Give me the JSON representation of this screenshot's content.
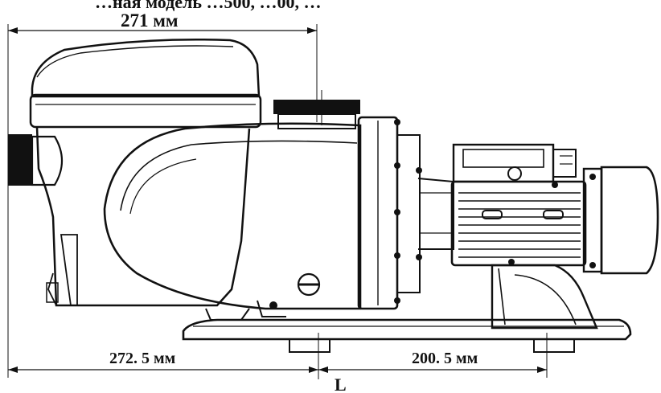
{
  "header_text": "…ная модель …500, …00, …",
  "dimensions": {
    "top_width": "271 мм",
    "left_bottom": "272. 5 мм",
    "right_bottom": "200. 5 мм",
    "center_marker": "L"
  },
  "colors": {
    "ink": "#111111",
    "fill": "#ffffff",
    "tint": "#f7f7f7"
  }
}
